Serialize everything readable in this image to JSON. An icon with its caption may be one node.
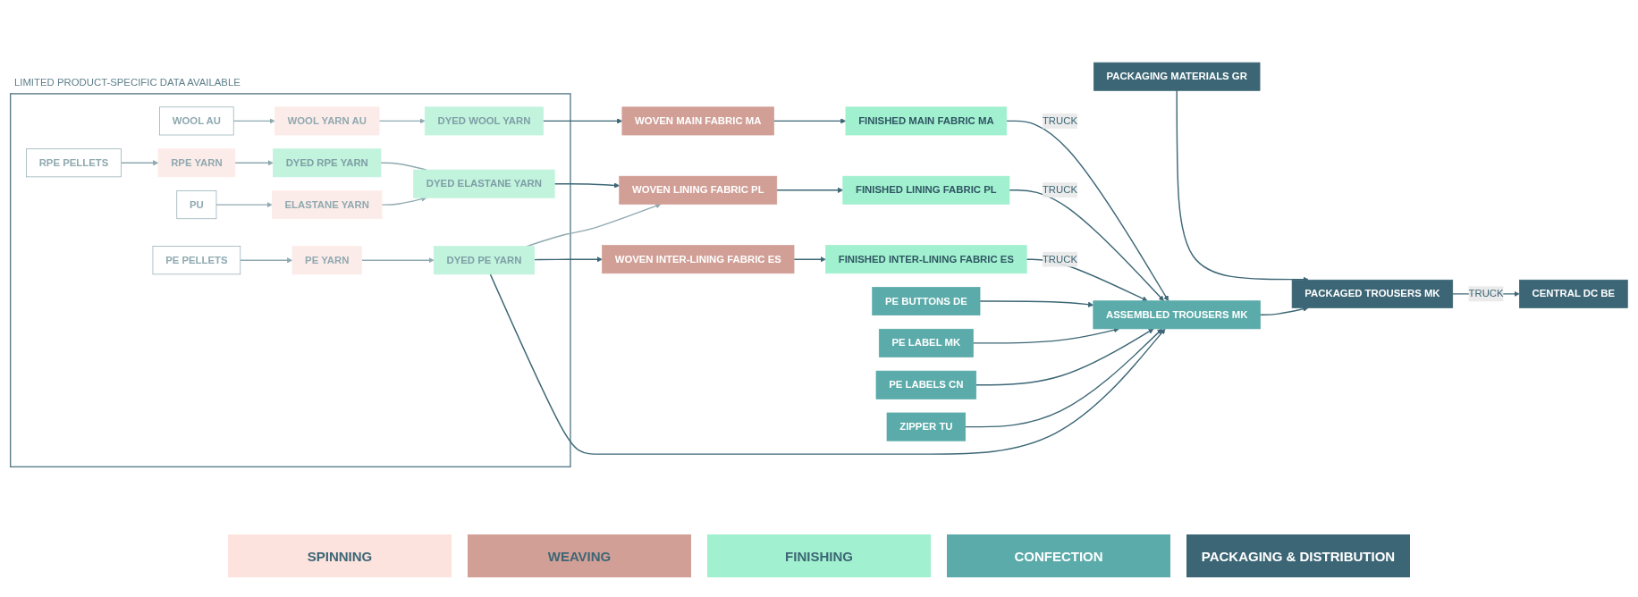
{
  "diagram": {
    "nodes": [
      {
        "text": [
          "LIMITED PRODUCT-SPECIFIC DATA AVAILABLE"
        ]
      },
      {
        "text": [
          "RPE PELLETS"
        ],
        "in": 0
      },
      {
        "text": [
          "RPE YARN"
        ],
        "in": 0
      },
      {
        "text": [
          "DYED RPE YARN"
        ],
        "in": 0
      },
      {
        "text": [
          "WOOL AU"
        ],
        "in": 0
      },
      {
        "text": [
          "WOOL YARN AU"
        ],
        "in": 0
      },
      {
        "text": [
          "DYED WOOL YARN"
        ],
        "in": 0
      },
      {
        "text": [
          "PU"
        ],
        "in": 0
      },
      {
        "text": [
          "ELASTANE YARN"
        ],
        "in": 0
      },
      {
        "text": [
          "DYED ELASTANE YARN"
        ],
        "in": 0
      },
      {
        "text": [
          "PE PELLETS"
        ],
        "in": 0
      },
      {
        "text": [
          "PE YARN"
        ],
        "in": 0
      },
      {
        "text": [
          "DYED PE YARN"
        ],
        "in": 0
      },
      {
        "text": [
          "WOVEN MAIN FABRIC MA"
        ]
      },
      {
        "text": [
          "FINISHED MAIN FABRIC MA"
        ]
      },
      {
        "text": [
          "WOVEN LINING FABRIC PL"
        ]
      },
      {
        "text": [
          "FINISHED LINING FABRIC PL"
        ]
      },
      {
        "text": [
          "WOVEN INTER-LINING FABRIC ES"
        ]
      },
      {
        "text": [
          "FINISHED INTER-LINING FABRIC ES"
        ]
      },
      {
        "text": [
          "PE BUTTONS DE"
        ]
      },
      {
        "text": [
          "PE LABEL MK"
        ]
      },
      {
        "text": [
          "PE LABELS CN"
        ]
      },
      {
        "text": [
          "PACKAGING MATERIALS GR"
        ]
      },
      {
        "text": [
          "ASSEMBLED TROUSERS MK"
        ]
      },
      {
        "text": [
          "PACKAGED TROUSERS MK"
        ]
      },
      {
        "text": [
          "CENTRAL DC BE"
        ]
      },
      {
        "text": [
          "ZIPPER TU"
        ]
      }
    ],
    "edges": [
      {
        "from": 1,
        "to": 2,
        "arrow": "to",
        "color": "#8fa9b0"
      },
      {
        "from": 2,
        "to": 3,
        "arrow": "to",
        "color": "#8fa9b0"
      },
      {
        "from": 4,
        "to": 5,
        "arrow": "to",
        "color": "#8fa9b0"
      },
      {
        "from": 5,
        "to": 6,
        "arrow": "to",
        "color": "#8fa9b0"
      },
      {
        "from": 7,
        "to": 8,
        "arrow": "to",
        "color": "#8fa9b0"
      },
      {
        "from": 8,
        "to": 9,
        "arrow": "to",
        "color": "#8fa9b0"
      },
      {
        "from": 10,
        "to": 11,
        "arrow": "to",
        "color": "#8fa9b0"
      },
      {
        "from": 11,
        "to": 12,
        "arrow": "to",
        "color": "#8fa9b0"
      },
      {
        "from": 3,
        "to": 9,
        "arrow": "none",
        "color": "#8fa9b0"
      },
      {
        "from": 12,
        "to": 15,
        "arrow": "to",
        "color": "#8fa9b0"
      },
      {
        "from": 6,
        "to": 13,
        "arrow": "to"
      },
      {
        "from": 13,
        "to": 14,
        "arrow": "to"
      },
      {
        "from": 9,
        "to": 15,
        "arrow": "to"
      },
      {
        "from": 15,
        "to": 16,
        "arrow": "to"
      },
      {
        "from": 12,
        "to": 17,
        "arrow": "to"
      },
      {
        "from": 17,
        "to": 18,
        "arrow": "to"
      },
      {
        "from": 14,
        "to": 23,
        "arrow": "to",
        "label": "TRUCK"
      },
      {
        "from": 16,
        "to": 23,
        "arrow": "to",
        "label": "TRUCK"
      },
      {
        "from": 18,
        "to": 23,
        "arrow": "to",
        "label": "TRUCK"
      },
      {
        "from": 12,
        "to": 23,
        "arrow": "to"
      },
      {
        "from": 19,
        "to": 23,
        "arrow": "to"
      },
      {
        "from": 20,
        "to": 23,
        "arrow": "to"
      },
      {
        "from": 21,
        "to": 23,
        "arrow": "to"
      },
      {
        "from": 22,
        "to": 24,
        "arrow": "to"
      },
      {
        "from": 23,
        "to": 24,
        "arrow": "to"
      },
      {
        "from": 24,
        "to": 25,
        "arrow": "to",
        "label": "TRUCK"
      },
      {
        "from": 26,
        "to": 23,
        "arrow": "to"
      }
    ],
    "legend": [
      {
        "text": "SPINNING",
        "color": "#fce3de"
      },
      {
        "text": "WEAVING",
        "color": "#d19f96"
      },
      {
        "text": "FINISHING",
        "color": "#a1f0cf"
      },
      {
        "text": "CONFECTION",
        "color": "#5aabaa"
      },
      {
        "text": "PACKAGING & DISTRIBUTION",
        "color": "#3c6675"
      }
    ]
  }
}
